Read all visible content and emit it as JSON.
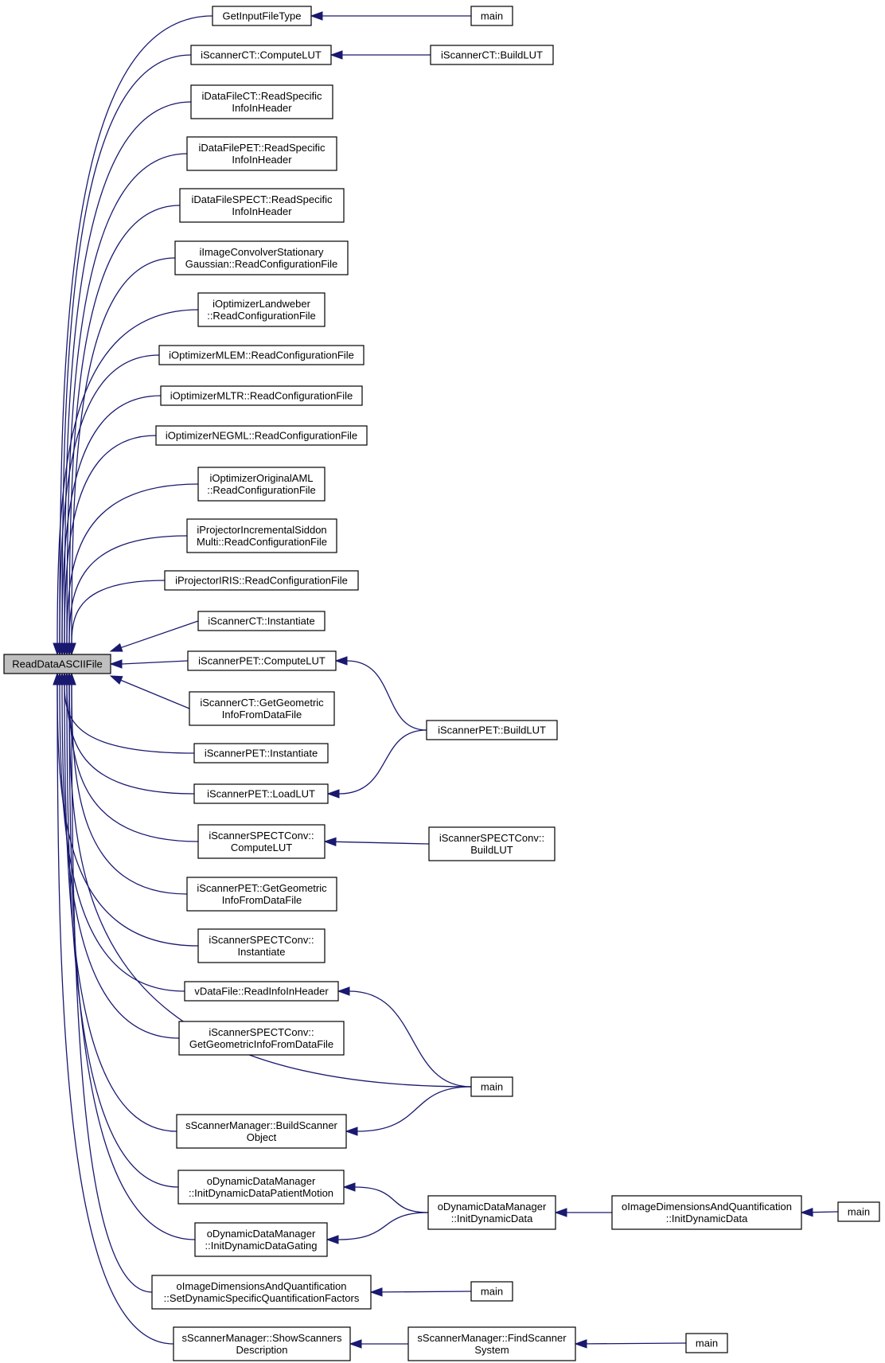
{
  "diagram": {
    "root": "n0",
    "nodes": [
      {
        "id": "n0",
        "lines": [
          "ReadDataASCIIFile"
        ],
        "highlighted": true
      },
      {
        "id": "c1",
        "lines": [
          "GetInputFileType"
        ]
      },
      {
        "id": "c2",
        "lines": [
          "iScannerCT::ComputeLUT"
        ]
      },
      {
        "id": "c3",
        "lines": [
          "iDataFileCT::ReadSpecific",
          "InfoInHeader"
        ]
      },
      {
        "id": "c4",
        "lines": [
          "iDataFilePET::ReadSpecific",
          "InfoInHeader"
        ]
      },
      {
        "id": "c5",
        "lines": [
          "iDataFileSPECT::ReadSpecific",
          "InfoInHeader"
        ]
      },
      {
        "id": "c6",
        "lines": [
          "iImageConvolverStationary",
          "Gaussian::ReadConfigurationFile"
        ]
      },
      {
        "id": "c7",
        "lines": [
          "iOptimizerLandweber",
          "::ReadConfigurationFile"
        ]
      },
      {
        "id": "c8",
        "lines": [
          "iOptimizerMLEM::ReadConfigurationFile"
        ]
      },
      {
        "id": "c9",
        "lines": [
          "iOptimizerMLTR::ReadConfigurationFile"
        ]
      },
      {
        "id": "c10",
        "lines": [
          "iOptimizerNEGML::ReadConfigurationFile"
        ]
      },
      {
        "id": "c11",
        "lines": [
          "iOptimizerOriginalAML",
          "::ReadConfigurationFile"
        ]
      },
      {
        "id": "c12",
        "lines": [
          "iProjectorIncrementalSiddon",
          "Multi::ReadConfigurationFile"
        ]
      },
      {
        "id": "c13",
        "lines": [
          "iProjectorIRIS::ReadConfigurationFile"
        ]
      },
      {
        "id": "c14",
        "lines": [
          "iScannerCT::Instantiate"
        ]
      },
      {
        "id": "c15",
        "lines": [
          "iScannerPET::ComputeLUT"
        ]
      },
      {
        "id": "c16",
        "lines": [
          "iScannerCT::GetGeometric",
          "InfoFromDataFile"
        ]
      },
      {
        "id": "c17",
        "lines": [
          "iScannerPET::Instantiate"
        ]
      },
      {
        "id": "c18",
        "lines": [
          "iScannerPET::LoadLUT"
        ]
      },
      {
        "id": "c19",
        "lines": [
          "iScannerSPECTConv::",
          "ComputeLUT"
        ]
      },
      {
        "id": "c20",
        "lines": [
          "iScannerPET::GetGeometric",
          "InfoFromDataFile"
        ]
      },
      {
        "id": "c21",
        "lines": [
          "iScannerSPECTConv::",
          "Instantiate"
        ]
      },
      {
        "id": "c22",
        "lines": [
          "vDataFile::ReadInfoInHeader"
        ]
      },
      {
        "id": "c23",
        "lines": [
          "iScannerSPECTConv::",
          "GetGeometricInfoFromDataFile"
        ]
      },
      {
        "id": "c24",
        "lines": [
          "sScannerManager::BuildScanner",
          "Object"
        ]
      },
      {
        "id": "c25",
        "lines": [
          "oDynamicDataManager",
          "::InitDynamicDataPatientMotion"
        ]
      },
      {
        "id": "c26",
        "lines": [
          "oDynamicDataManager",
          "::InitDynamicDataGating"
        ]
      },
      {
        "id": "c27",
        "lines": [
          "oImageDimensionsAndQuantification",
          "::SetDynamicSpecificQuantificationFactors"
        ]
      },
      {
        "id": "c28",
        "lines": [
          "sScannerManager::ShowScanners",
          "Description"
        ]
      },
      {
        "id": "m1",
        "lines": [
          "main"
        ]
      },
      {
        "id": "b1",
        "lines": [
          "iScannerCT::BuildLUT"
        ]
      },
      {
        "id": "b2",
        "lines": [
          "iScannerPET::BuildLUT"
        ]
      },
      {
        "id": "b3",
        "lines": [
          "iScannerSPECTConv::",
          "BuildLUT"
        ]
      },
      {
        "id": "m2",
        "lines": [
          "main"
        ]
      },
      {
        "id": "d1",
        "lines": [
          "oDynamicDataManager",
          "::InitDynamicData"
        ]
      },
      {
        "id": "m3",
        "lines": [
          "main"
        ]
      },
      {
        "id": "f1",
        "lines": [
          "sScannerManager::FindScanner",
          "System"
        ]
      },
      {
        "id": "q1",
        "lines": [
          "oImageDimensionsAndQuantification",
          "::InitDynamicData"
        ]
      },
      {
        "id": "m4",
        "lines": [
          "main"
        ]
      },
      {
        "id": "m5",
        "lines": [
          "main"
        ]
      }
    ],
    "edges": [
      {
        "from": "c1",
        "to": "n0"
      },
      {
        "from": "c2",
        "to": "n0"
      },
      {
        "from": "c3",
        "to": "n0"
      },
      {
        "from": "c4",
        "to": "n0"
      },
      {
        "from": "c5",
        "to": "n0"
      },
      {
        "from": "c6",
        "to": "n0"
      },
      {
        "from": "c7",
        "to": "n0"
      },
      {
        "from": "c8",
        "to": "n0"
      },
      {
        "from": "c9",
        "to": "n0"
      },
      {
        "from": "c10",
        "to": "n0"
      },
      {
        "from": "c11",
        "to": "n0"
      },
      {
        "from": "c12",
        "to": "n0"
      },
      {
        "from": "c13",
        "to": "n0"
      },
      {
        "from": "c14",
        "to": "n0"
      },
      {
        "from": "c15",
        "to": "n0"
      },
      {
        "from": "c16",
        "to": "n0"
      },
      {
        "from": "c17",
        "to": "n0"
      },
      {
        "from": "c18",
        "to": "n0"
      },
      {
        "from": "c19",
        "to": "n0"
      },
      {
        "from": "c20",
        "to": "n0"
      },
      {
        "from": "c21",
        "to": "n0"
      },
      {
        "from": "c22",
        "to": "n0"
      },
      {
        "from": "c23",
        "to": "n0"
      },
      {
        "from": "m2",
        "to": "n0"
      },
      {
        "from": "c24",
        "to": "n0"
      },
      {
        "from": "c25",
        "to": "n0"
      },
      {
        "from": "c26",
        "to": "n0"
      },
      {
        "from": "c27",
        "to": "n0"
      },
      {
        "from": "c28",
        "to": "n0"
      },
      {
        "from": "m1",
        "to": "c1"
      },
      {
        "from": "b1",
        "to": "c2"
      },
      {
        "from": "b2",
        "to": "c15"
      },
      {
        "from": "b2",
        "to": "c18"
      },
      {
        "from": "b3",
        "to": "c19"
      },
      {
        "from": "m2",
        "to": "c22"
      },
      {
        "from": "m2",
        "to": "c24"
      },
      {
        "from": "d1",
        "to": "c25"
      },
      {
        "from": "d1",
        "to": "c26"
      },
      {
        "from": "q1",
        "to": "d1"
      },
      {
        "from": "m4",
        "to": "q1"
      },
      {
        "from": "m3",
        "to": "c27"
      },
      {
        "from": "f1",
        "to": "c28"
      },
      {
        "from": "m5",
        "to": "f1"
      }
    ]
  }
}
